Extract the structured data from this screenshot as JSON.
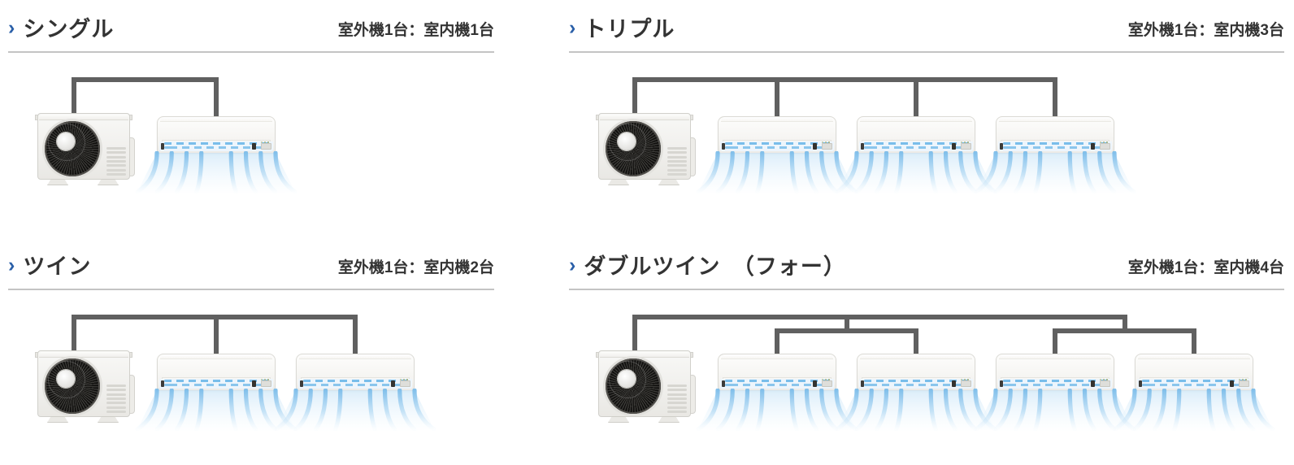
{
  "icons": {
    "chevron_right": "›"
  },
  "colors": {
    "accent_blue": "#2a5fa8",
    "heading_text": "#333333",
    "divider_gray": "#c4c4c4",
    "pipe_gray": "#606060",
    "airflow_strong": "#7dbdea",
    "airflow_soft": "#d8ecfa"
  },
  "sections": [
    {
      "id": "single",
      "title": "シングル",
      "ratio_label": "室外機1台：室内機1台",
      "outdoor_units": 1,
      "indoor_units": 1,
      "piping": "direct"
    },
    {
      "id": "triple",
      "title": "トリプル",
      "ratio_label": "室外機1台：室内機3台",
      "outdoor_units": 1,
      "indoor_units": 3,
      "piping": "direct"
    },
    {
      "id": "twin",
      "title": "ツイン",
      "ratio_label": "室外機1台：室内機2台",
      "outdoor_units": 1,
      "indoor_units": 2,
      "piping": "direct"
    },
    {
      "id": "double-twin",
      "title": "ダブルツイン　（フォー）",
      "ratio_label": "室外機1台：室内機4台",
      "outdoor_units": 1,
      "indoor_units": 4,
      "piping": "paired"
    }
  ]
}
